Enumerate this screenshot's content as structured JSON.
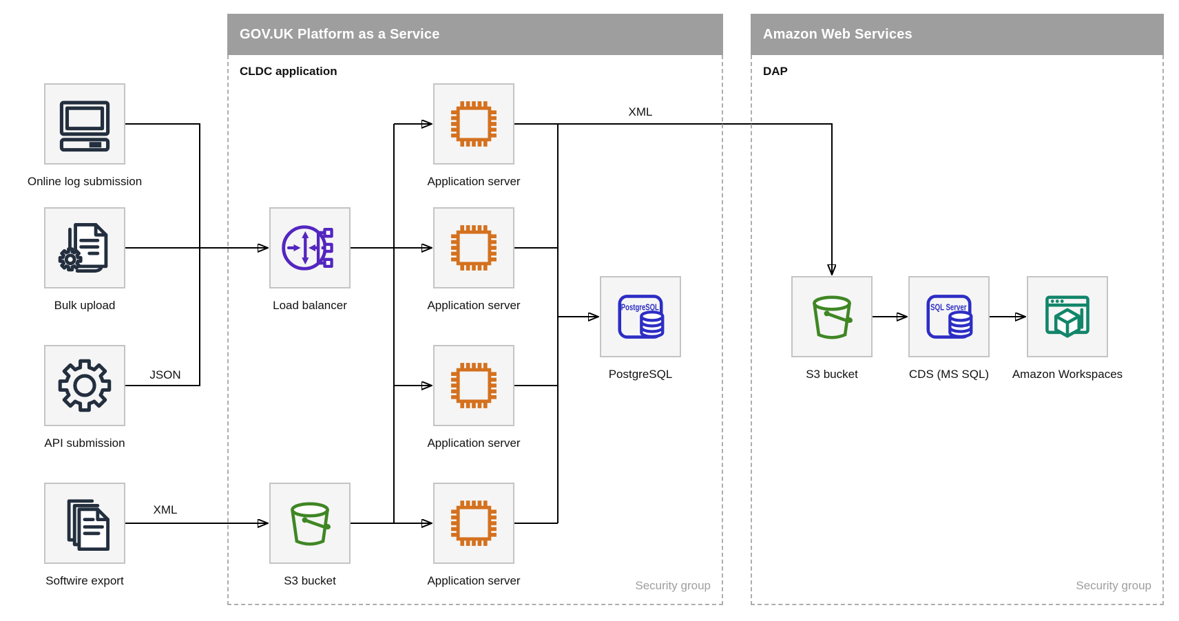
{
  "sources": {
    "online_log": {
      "label": "Online log submission"
    },
    "bulk_upload": {
      "label": "Bulk upload"
    },
    "api_submission": {
      "label": "API submission"
    },
    "softwire_export": {
      "label": "Softwire export"
    }
  },
  "govuk": {
    "title": "GOV.UK Platform as a Service",
    "region_label": "CLDC application",
    "security_label": "Security group",
    "nodes": {
      "load_balancer": {
        "label": "Load balancer"
      },
      "app_server_1": {
        "label": "Application server"
      },
      "app_server_2": {
        "label": "Application server"
      },
      "app_server_3": {
        "label": "Application server"
      },
      "app_server_4": {
        "label": "Application server"
      },
      "s3_bucket": {
        "label": "S3 bucket"
      },
      "postgresql": {
        "label": "PostgreSQL",
        "icon_text": "PostgreSQL"
      }
    }
  },
  "aws": {
    "title": "Amazon Web Services",
    "region_label": "DAP",
    "security_label": "Security group",
    "nodes": {
      "s3_bucket": {
        "label": "S3 bucket"
      },
      "cds": {
        "label": "CDS (MS SQL)",
        "icon_text": "SQL Server"
      },
      "workspaces": {
        "label": "Amazon Workspaces"
      }
    }
  },
  "edge_labels": {
    "json": "JSON",
    "xml_export": "XML",
    "xml_feed": "XML"
  },
  "colors": {
    "header_bar": "#9E9E9E",
    "region_border": "#ADADAD",
    "node_fill": "#F5F5F5",
    "node_border": "#C4C4C4",
    "connector": "#000000",
    "icon_dark": "#232F3E",
    "icon_orange": "#D4711F",
    "icon_purple": "#5326BF",
    "icon_green": "#3F8624",
    "icon_blue": "#2D2EC4",
    "icon_teal": "#12856A",
    "security_text": "#9E9E9E"
  }
}
